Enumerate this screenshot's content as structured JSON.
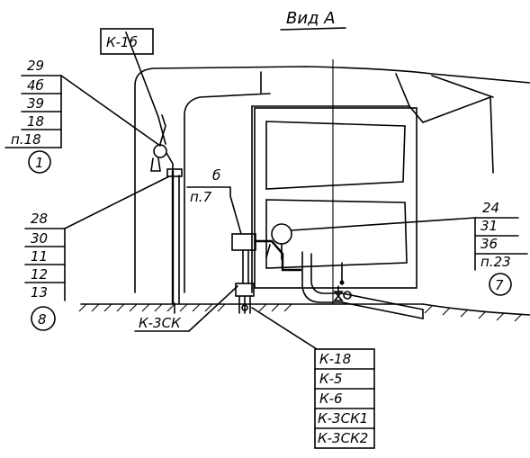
{
  "title": "Вид А",
  "labels": {
    "top_box": "К-1б",
    "left_stack": [
      "29",
      "4б",
      "39",
      "18",
      "п.18"
    ],
    "left_circle": "1",
    "mid_stack": [
      "б",
      "п.7"
    ],
    "left_lower_stack": [
      "28",
      "30",
      "11",
      "12",
      "13"
    ],
    "left_lower_circle": "8",
    "bottom_left_box": "К-3СК",
    "right_stack": [
      "24",
      "31",
      "36",
      "п.23"
    ],
    "right_circle": "7",
    "bottom_right_boxes": [
      "К-18",
      "К-5",
      "К-6",
      "К-3СК1",
      "К-3СК2"
    ]
  },
  "colors": {
    "ink": "#000000",
    "paper": "#ffffff"
  }
}
